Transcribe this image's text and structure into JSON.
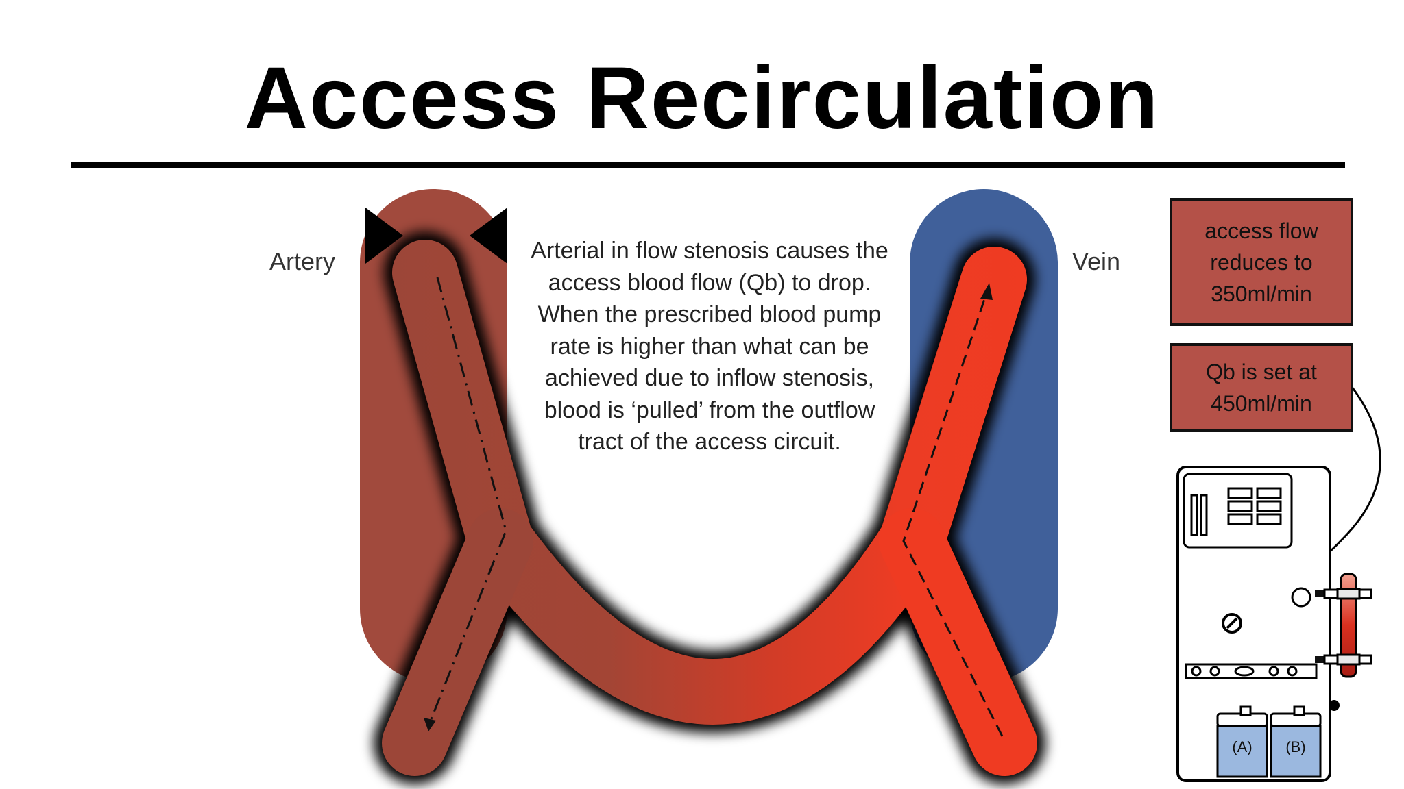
{
  "title": "Access Recirculation",
  "labels": {
    "artery": "Artery",
    "vein": "Vein"
  },
  "explanation": "Arterial in flow stenosis causes the\naccess blood flow (Qb) to drop.\nWhen the prescribed blood pump\nrate is higher than what can be\nachieved due to inflow stenosis,\nblood is ‘pulled’ from the outflow\ntract of the access circuit.",
  "info_boxes": {
    "access_flow": "access flow\nreduces to\n350ml/min",
    "qb_setting": "Qb is set at\n450ml/min"
  },
  "machine": {
    "concentrate_a": "(A)",
    "concentrate_b": "(B)"
  },
  "colors": {
    "artery": "#a14a3d",
    "vein_background": "#40609a",
    "vessel_arterial": "#9c4638",
    "vessel_venous": "#ec3c24",
    "box_fill": "#b45148"
  }
}
